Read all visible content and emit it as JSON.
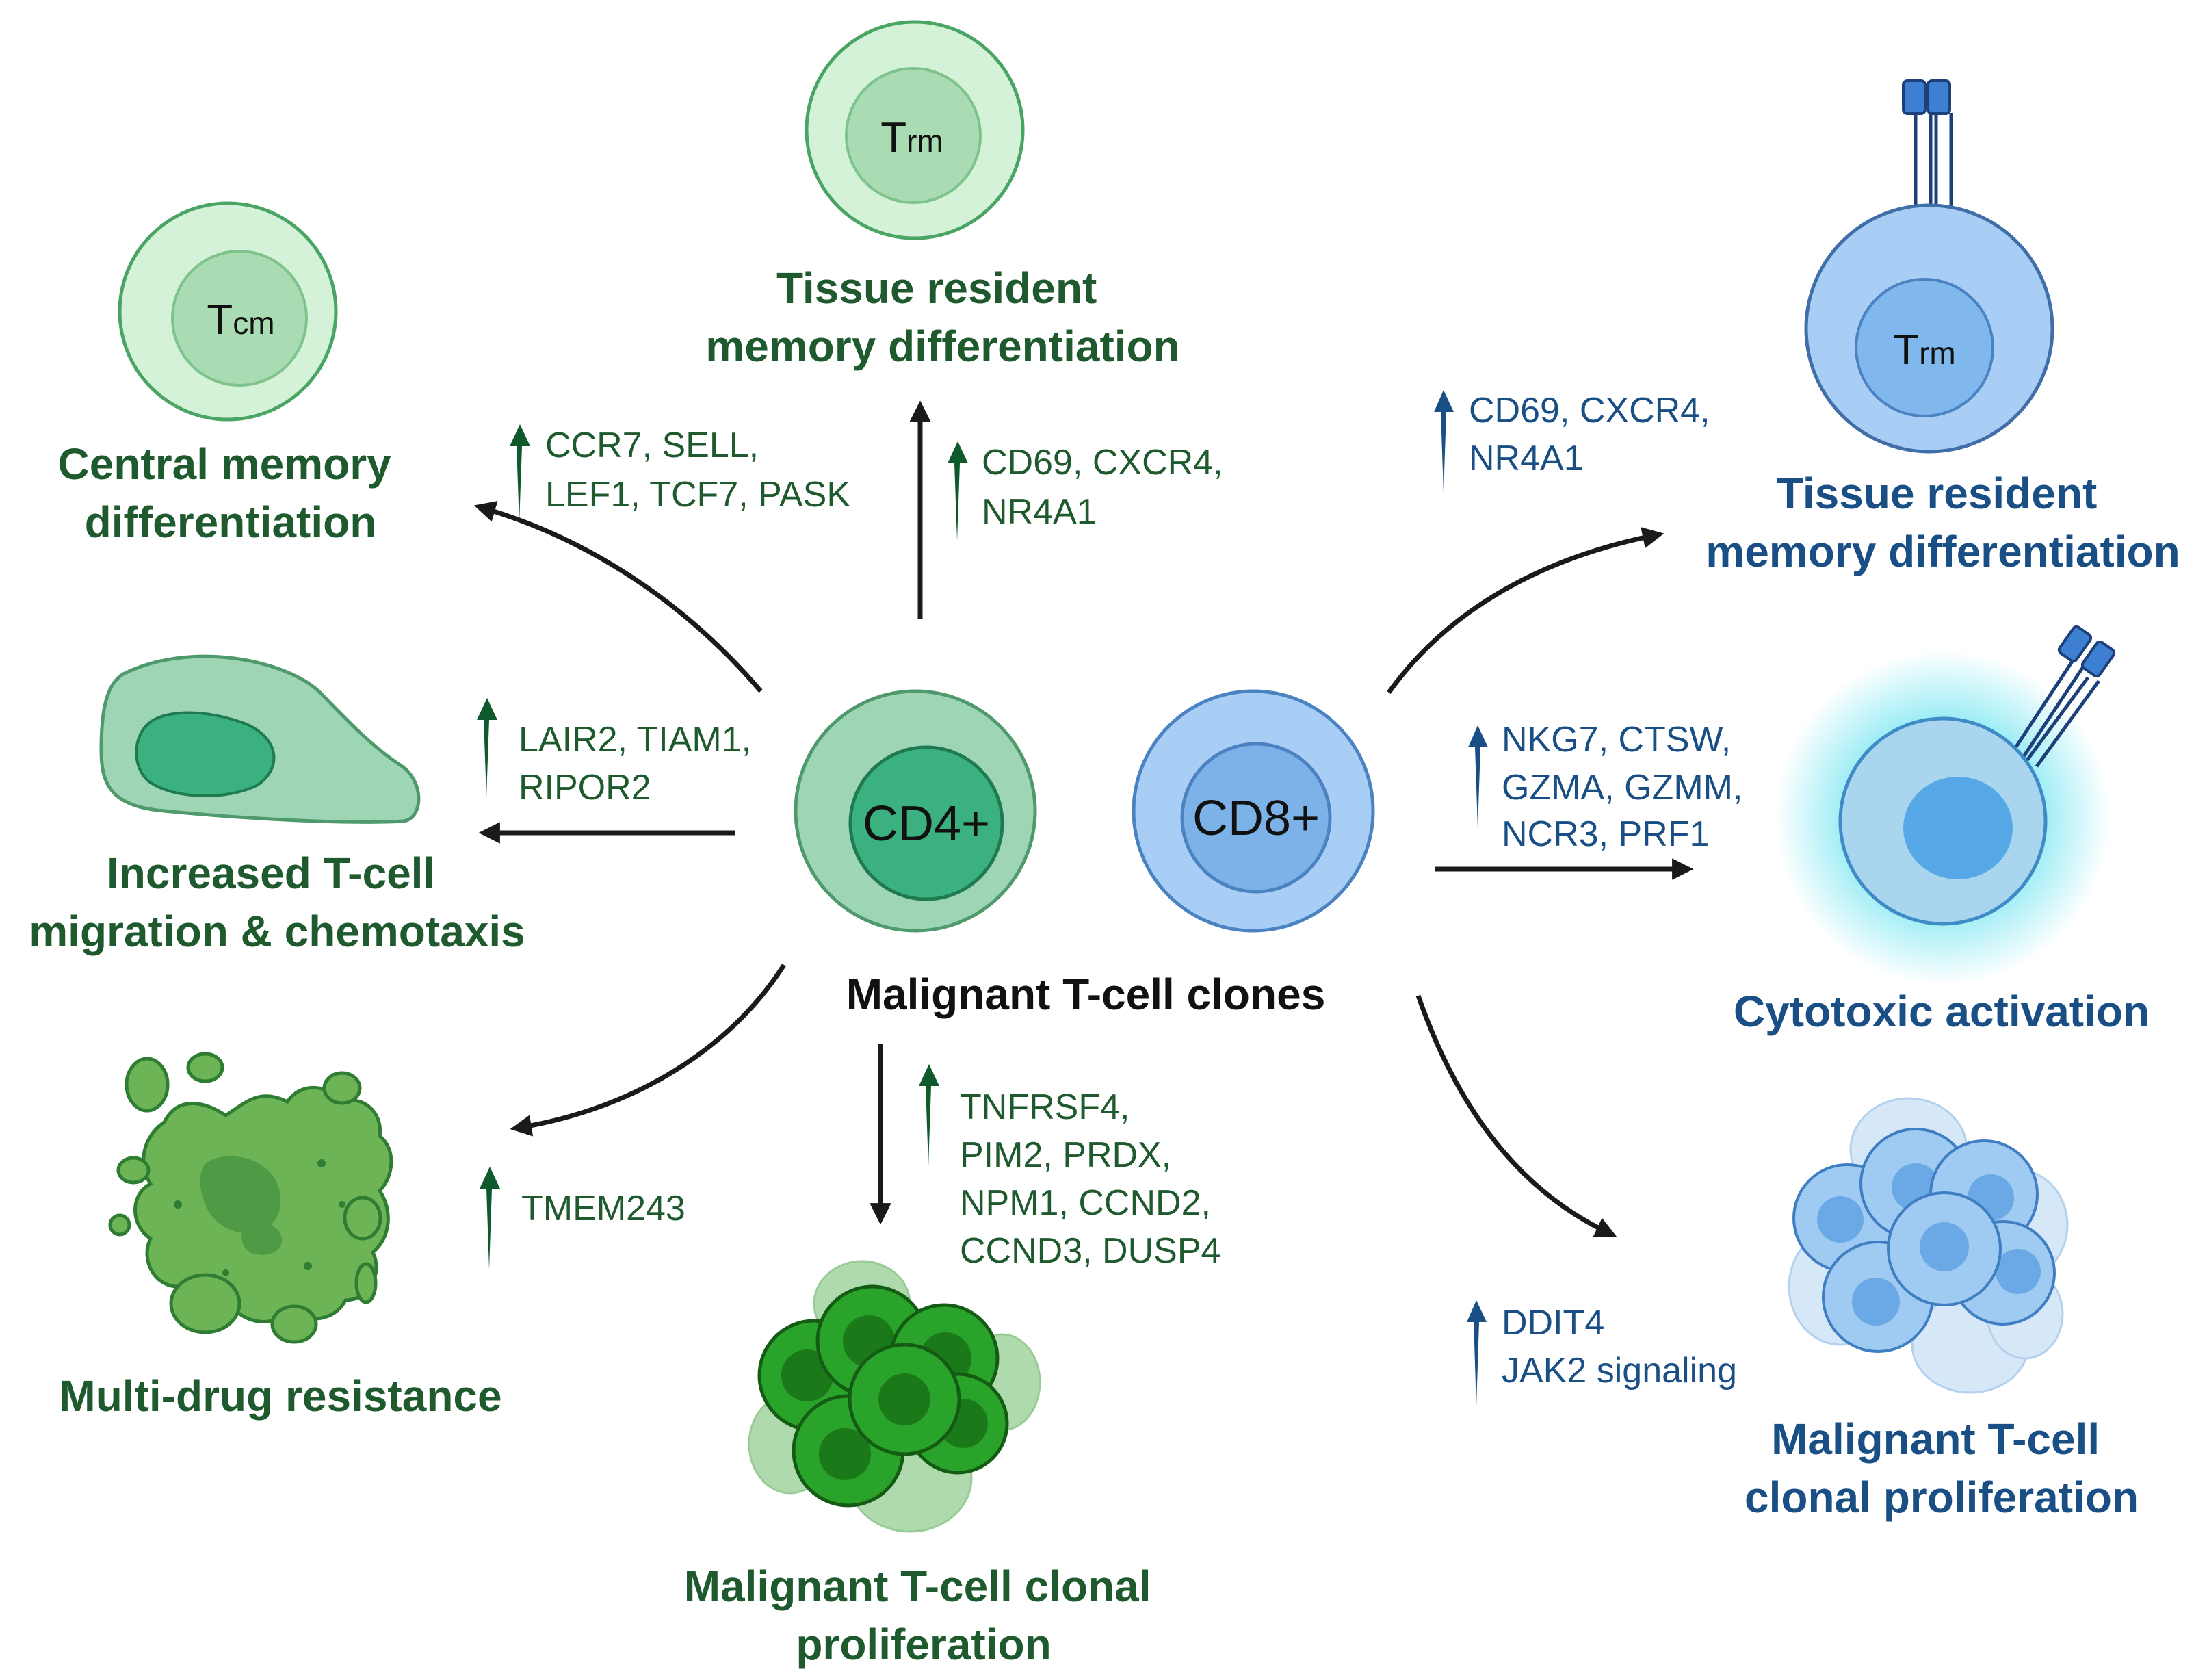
{
  "center": {
    "cd4_label": "CD4+",
    "cd8_label": "CD8+",
    "title": "Malignant T-cell clones"
  },
  "cd4_outcomes": {
    "central_memory": {
      "cell_label": "Tcm",
      "title_lines": [
        "Central memory",
        "differentiation"
      ],
      "genes": [
        "CCR7, SELL,",
        "LEF1, TCF7, PASK"
      ]
    },
    "tissue_resident": {
      "cell_label": "Trm",
      "title_lines": [
        "Tissue resident",
        "memory differentiation"
      ],
      "genes": [
        "CD69, CXCR4,",
        "NR4A1"
      ]
    },
    "migration": {
      "title_lines": [
        "Increased T-cell",
        "migration & chemotaxis"
      ],
      "genes": [
        "LAIR2, TIAM1,",
        "RIPOR2"
      ]
    },
    "multidrug": {
      "title_lines": [
        "Multi-drug resistance"
      ],
      "genes": [
        "TMEM243"
      ]
    },
    "proliferation": {
      "title_lines": [
        "Malignant T-cell clonal",
        "proliferation"
      ],
      "genes": [
        "TNFRSF4,",
        "PIM2, PRDX,",
        "NPM1, CCND2,",
        "CCND3, DUSP4"
      ]
    }
  },
  "cd8_outcomes": {
    "tissue_resident": {
      "cell_label": "Trm",
      "title_lines": [
        "Tissue resident",
        "memory differentiation"
      ],
      "genes": [
        "CD69, CXCR4,",
        "NR4A1"
      ]
    },
    "cytotoxic": {
      "title_lines": [
        "Cytotoxic activation"
      ],
      "genes": [
        "NKG7, CTSW,",
        "GZMA, GZMM,",
        "NCR3, PRF1"
      ]
    },
    "proliferation": {
      "title_lines": [
        "Malignant T-cell",
        "clonal proliferation"
      ],
      "genes": [
        "DDIT4",
        "JAK2 signaling"
      ]
    }
  },
  "colors": {
    "green_text": "#1e5a2e",
    "blue_text": "#1a4f85",
    "arrow": "#1a1a1a"
  }
}
